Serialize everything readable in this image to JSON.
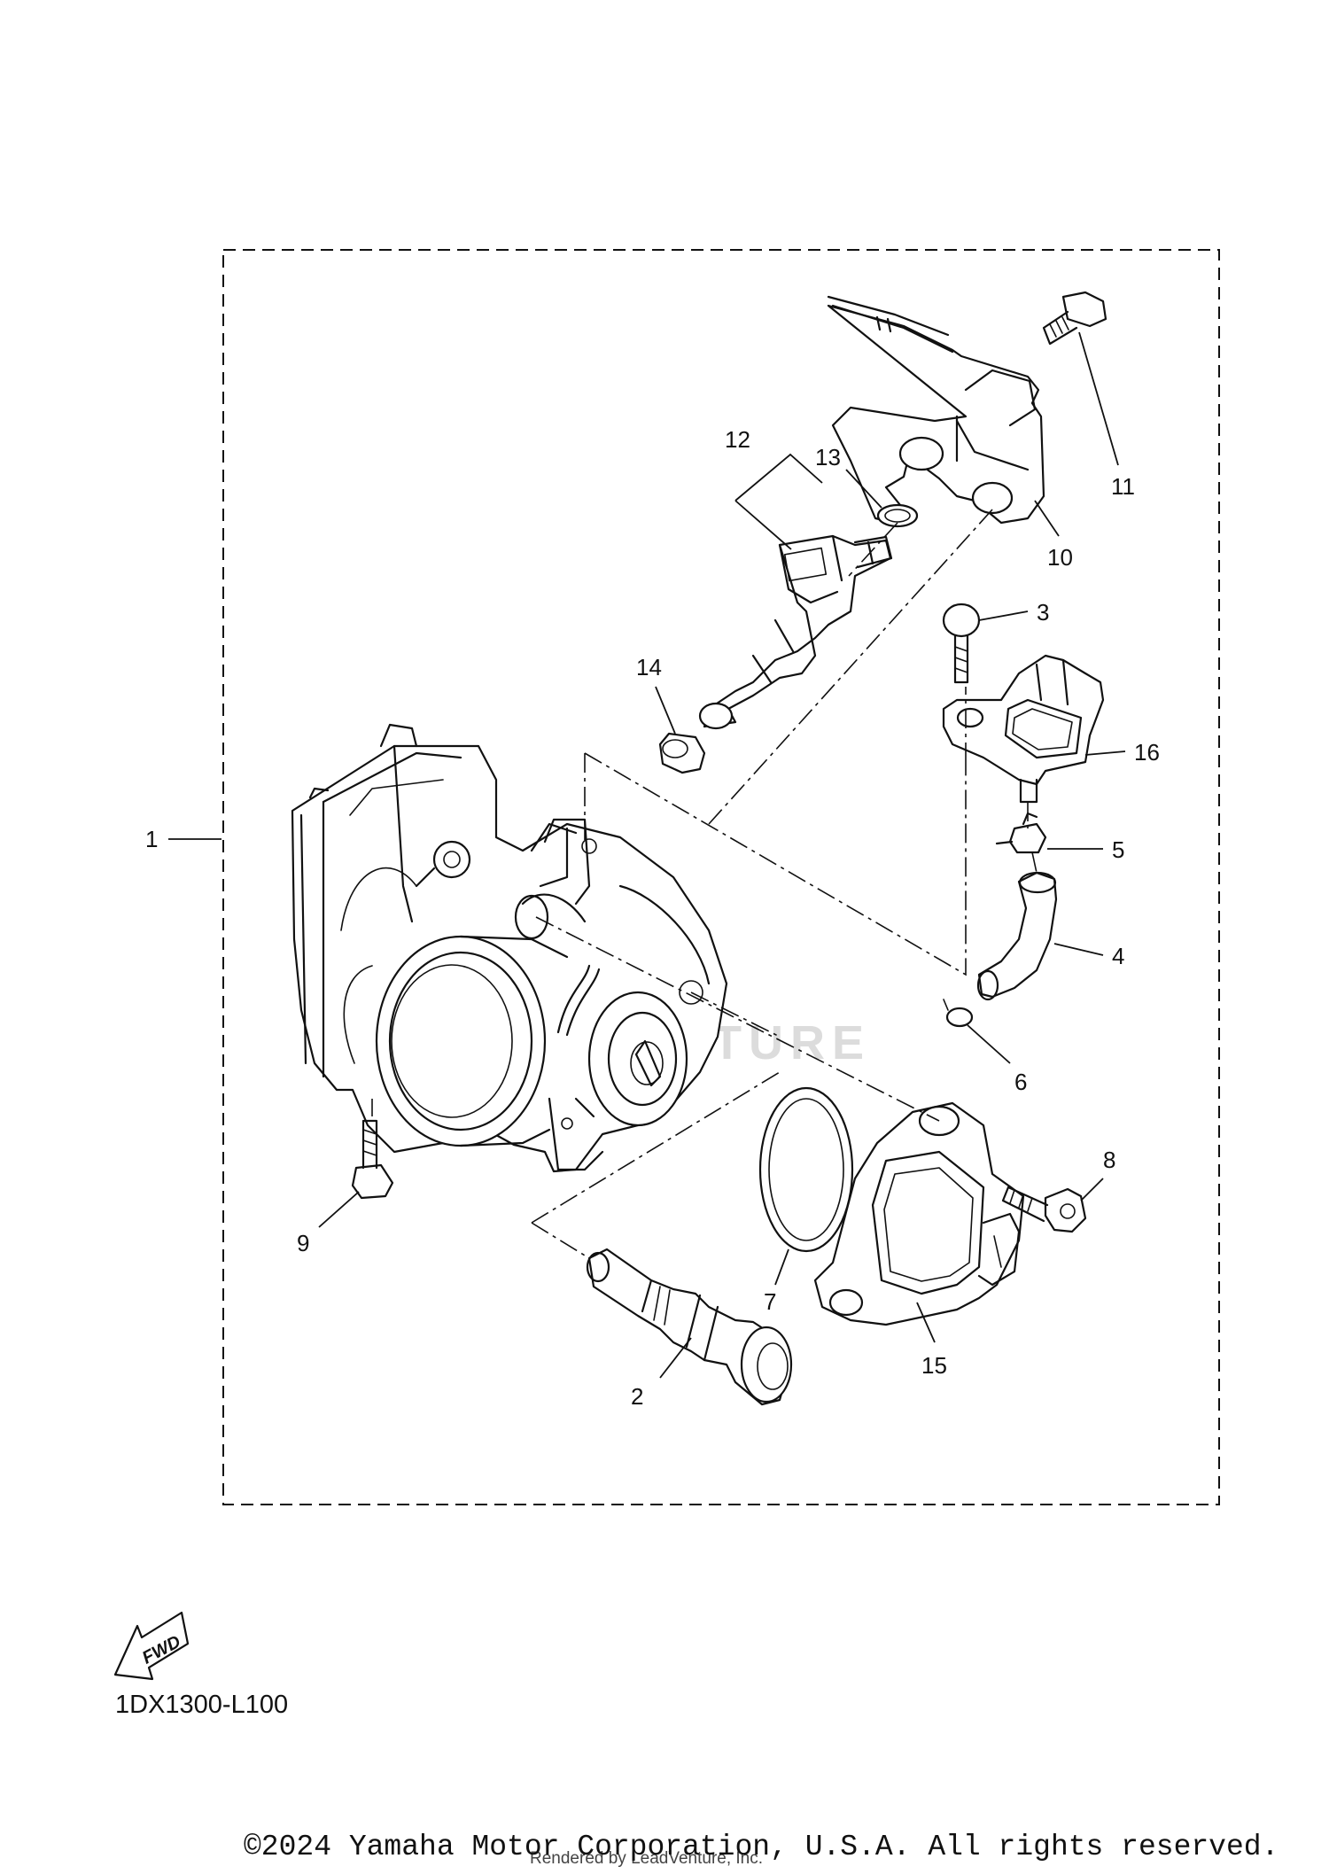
{
  "diagram": {
    "frame_label": "1",
    "callouts": [
      {
        "id": "p2",
        "label": "2"
      },
      {
        "id": "p3",
        "label": "3"
      },
      {
        "id": "p4",
        "label": "4"
      },
      {
        "id": "p5",
        "label": "5"
      },
      {
        "id": "p6",
        "label": "6"
      },
      {
        "id": "p7",
        "label": "7"
      },
      {
        "id": "p8",
        "label": "8"
      },
      {
        "id": "p9",
        "label": "9"
      },
      {
        "id": "p10",
        "label": "10"
      },
      {
        "id": "p11",
        "label": "11"
      },
      {
        "id": "p12",
        "label": "12"
      },
      {
        "id": "p13",
        "label": "13"
      },
      {
        "id": "p14",
        "label": "14"
      },
      {
        "id": "p15",
        "label": "15"
      },
      {
        "id": "p16",
        "label": "16"
      }
    ],
    "fwd_label": "FWD",
    "watermark": "LEADVENTURE",
    "diagram_code": "1DX1300-L100"
  },
  "footer": {
    "copyright": "©2024 Yamaha Motor Corporation, U.S.A. All rights reserved.",
    "rendered_by": "Rendered by LeadVenture, Inc."
  }
}
